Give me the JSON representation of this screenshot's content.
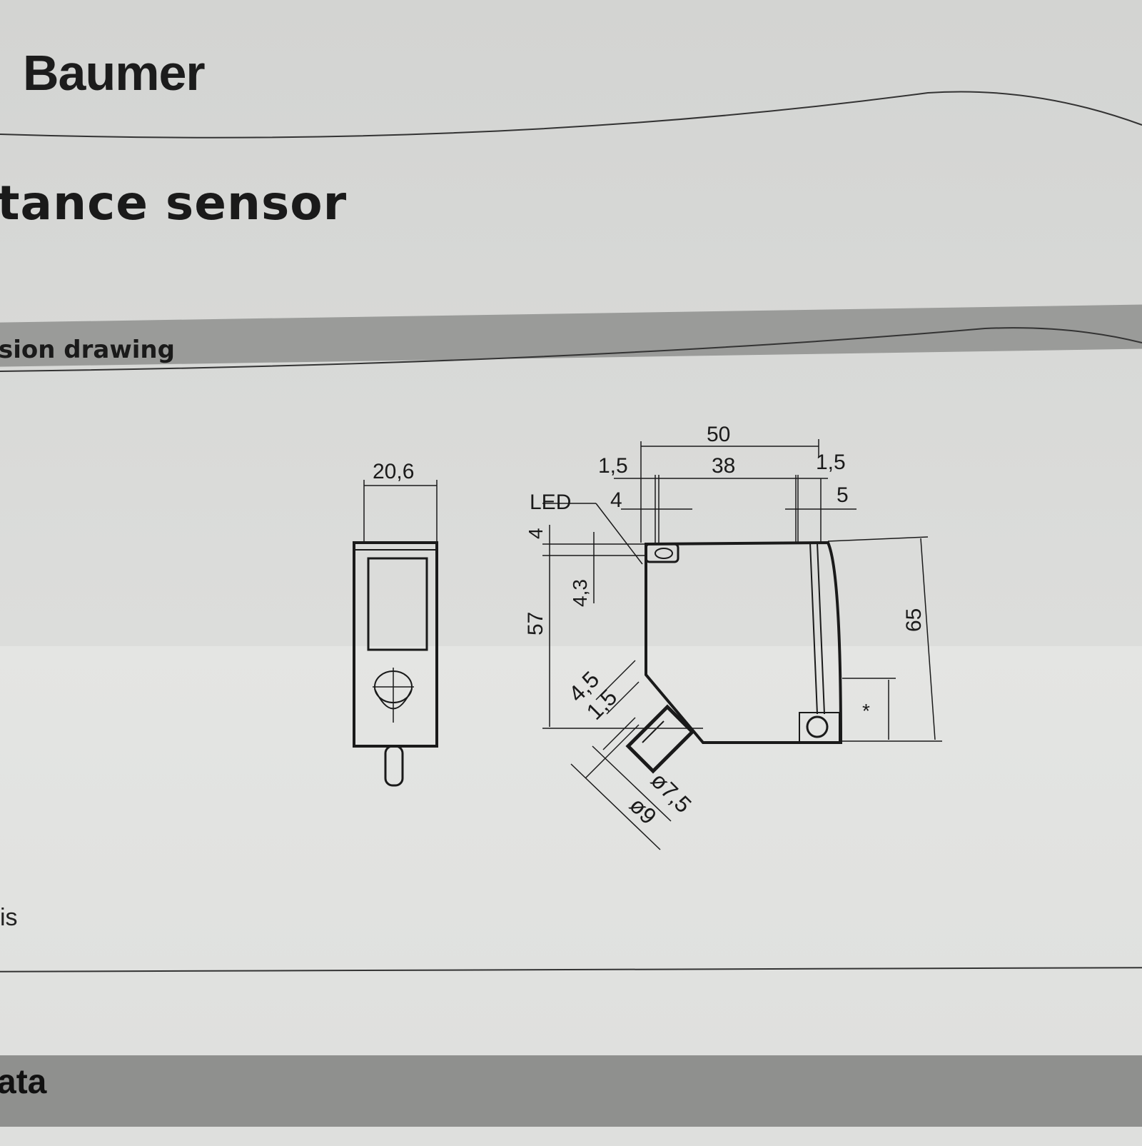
{
  "header": {
    "brand": "Baumer",
    "title": "tance sensor"
  },
  "sections": {
    "drawing_heading": "sion drawing",
    "data_heading": "ata"
  },
  "body_fragment": "is",
  "drawing": {
    "side_view": {
      "width": "20,6"
    },
    "front_view": {
      "led_label": "LED",
      "overall_width": "50",
      "hole_spacing": "38",
      "left_offset": "1,5",
      "right_offset": "1,5",
      "left_slot": "4",
      "right_slot": "5",
      "top_offset": "4",
      "led_offset": "4,3",
      "height_inner": "57",
      "height_overall": "65",
      "connector_a": "4,5",
      "connector_b": "1,5",
      "diameter_a": "ø7,5",
      "diameter_b": "ø9",
      "note_mark": "*"
    }
  }
}
